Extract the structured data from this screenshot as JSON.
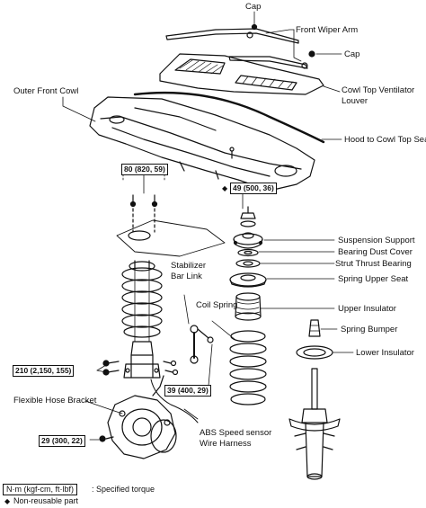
{
  "labels": {
    "cap_top": "Cap",
    "front_wiper_arm": "Front Wiper Arm",
    "cap_right": "Cap",
    "outer_front_cowl": "Outer Front Cowl",
    "cowl_top_ventilator_louver_1": "Cowl Top Ventilator",
    "cowl_top_ventilator_louver_2": "Louver",
    "hood_to_cowl_top_seal": "Hood to Cowl Top Seal",
    "suspension_support": "Suspension Support",
    "bearing_dust_cover": "Bearing Dust Cover",
    "strut_thrust_bearing": "Strut Thrust Bearing",
    "spring_upper_seat": "Spring Upper Seat",
    "upper_insulator": "Upper Insulator",
    "spring_bumper": "Spring Bumper",
    "lower_insulator": "Lower Insulator",
    "stabilizer_bar_link_1": "Stabilizer",
    "stabilizer_bar_link_2": "Bar Link",
    "coil_spring": "Coil Spring",
    "flexible_hose_bracket": "Flexible Hose Bracket",
    "abs_speed_sensor_1": "ABS Speed sensor",
    "abs_speed_sensor_2": "Wire Harness"
  },
  "torques": {
    "t80": "80 (820, 59)",
    "t49": "49 (500, 36)",
    "t49_mark": "◆",
    "t210": "210 (2,150, 155)",
    "t39": "39 (400, 29)",
    "t29": "29 (300, 22)"
  },
  "legend": {
    "unit_box": "N·m (kgf-cm, ft·lbf)",
    "unit_text": ": Specified torque",
    "diamond": "◆",
    "nonreusable_text": "Non-reusable part"
  }
}
